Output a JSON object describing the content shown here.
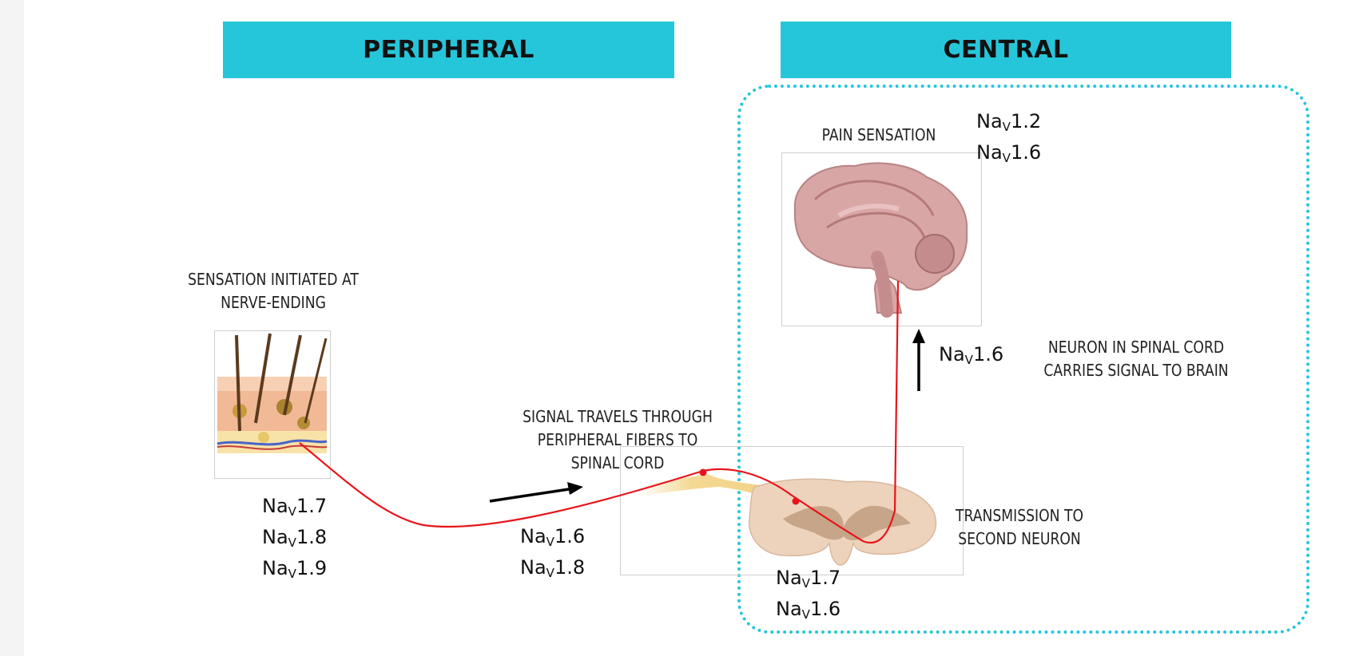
{
  "colors": {
    "accent": "#26c6da",
    "nerve_signal": "#e8141b",
    "arrow": "#000000"
  },
  "headers": {
    "peripheral": "PERIPHERAL",
    "central": "CENTRAL"
  },
  "labels": {
    "nerve_ending": [
      "SENSATION INITIATED AT",
      "NERVE-ENDING"
    ],
    "signal_travel": [
      "SIGNAL TRAVELS THROUGH",
      "PERIPHERAL FIBERS TO",
      "SPINAL CORD"
    ],
    "pain_sensation": "PAIN SENSATION",
    "spinal_neuron": [
      "NEURON IN SPINAL CORD",
      "CARRIES SIGNAL TO BRAIN"
    ],
    "transmission": [
      "TRANSMISSION TO",
      "SECOND NEURON"
    ]
  },
  "channel_prefix": "Na",
  "channel_subscript": "V",
  "channels": {
    "nerve_ending": [
      "1.7",
      "1.8",
      "1.9"
    ],
    "peripheral_fibers": [
      "1.6",
      "1.8"
    ],
    "spinal_cord": [
      "1.7",
      "1.6"
    ],
    "brain": [
      "1.2",
      "1.6"
    ],
    "ascending": [
      "1.6"
    ]
  },
  "illustrations": [
    "skin-with-nerve-endings",
    "spinal-cord-cross-section",
    "brain-sagittal-view"
  ]
}
